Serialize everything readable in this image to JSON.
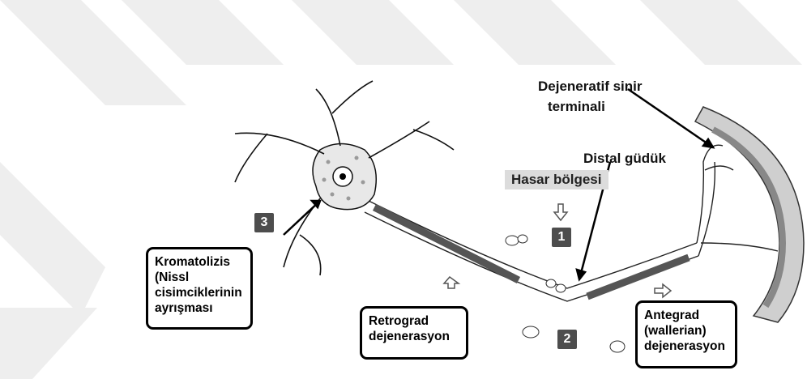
{
  "labels": {
    "dejeneratif_line1": "Dejeneratif sinir",
    "dejeneratif_line2": "terminali",
    "distal": "Distal güdük",
    "hasar": "Hasar bölgesi"
  },
  "boxes": {
    "kromatolizis": [
      "Kromatolizis",
      "(Nissl",
      "cisimciklerinin",
      "ayrışması"
    ],
    "retrograd": [
      "Retrograd",
      "dejenerasyon"
    ],
    "antegrad": [
      "Antegrad",
      "(wallerian)",
      "dejenerasyon"
    ]
  },
  "badges": {
    "one": "1",
    "two": "2",
    "three": "3"
  },
  "colors": {
    "watermark": "#eeeeee",
    "badge": "#4d4d4d",
    "hasar_bg": "#dcdcdc",
    "muscle": "#bdbdbd"
  }
}
